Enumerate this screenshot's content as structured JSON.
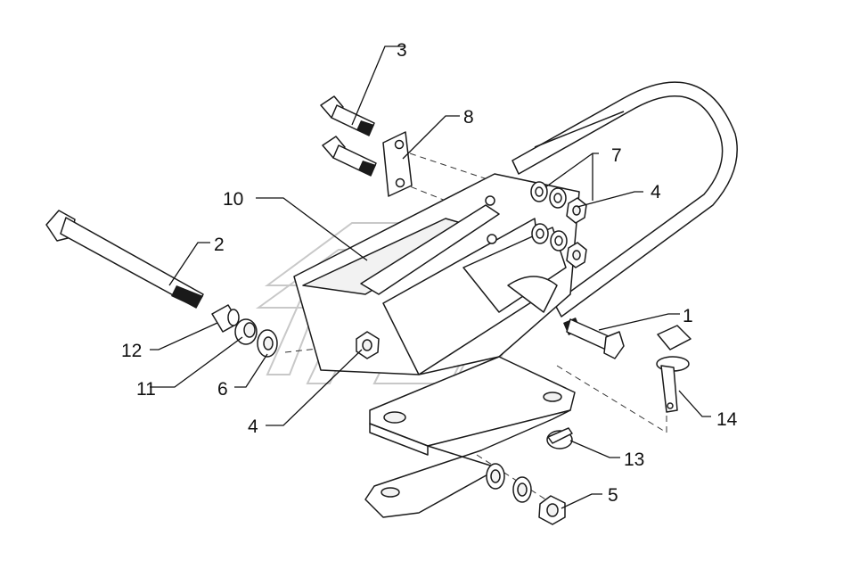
{
  "diagram": {
    "callouts": [
      {
        "id": "callout-1",
        "label": "1"
      },
      {
        "id": "callout-2",
        "label": "2"
      },
      {
        "id": "callout-3",
        "label": "3"
      },
      {
        "id": "callout-4a",
        "label": "4"
      },
      {
        "id": "callout-4b",
        "label": "4"
      },
      {
        "id": "callout-5",
        "label": "5"
      },
      {
        "id": "callout-6",
        "label": "6"
      },
      {
        "id": "callout-7",
        "label": "7"
      },
      {
        "id": "callout-8",
        "label": "8"
      },
      {
        "id": "callout-10",
        "label": "10"
      },
      {
        "id": "callout-11",
        "label": "11"
      },
      {
        "id": "callout-12",
        "label": "12"
      },
      {
        "id": "callout-13",
        "label": "13"
      },
      {
        "id": "callout-14",
        "label": "14"
      }
    ]
  }
}
